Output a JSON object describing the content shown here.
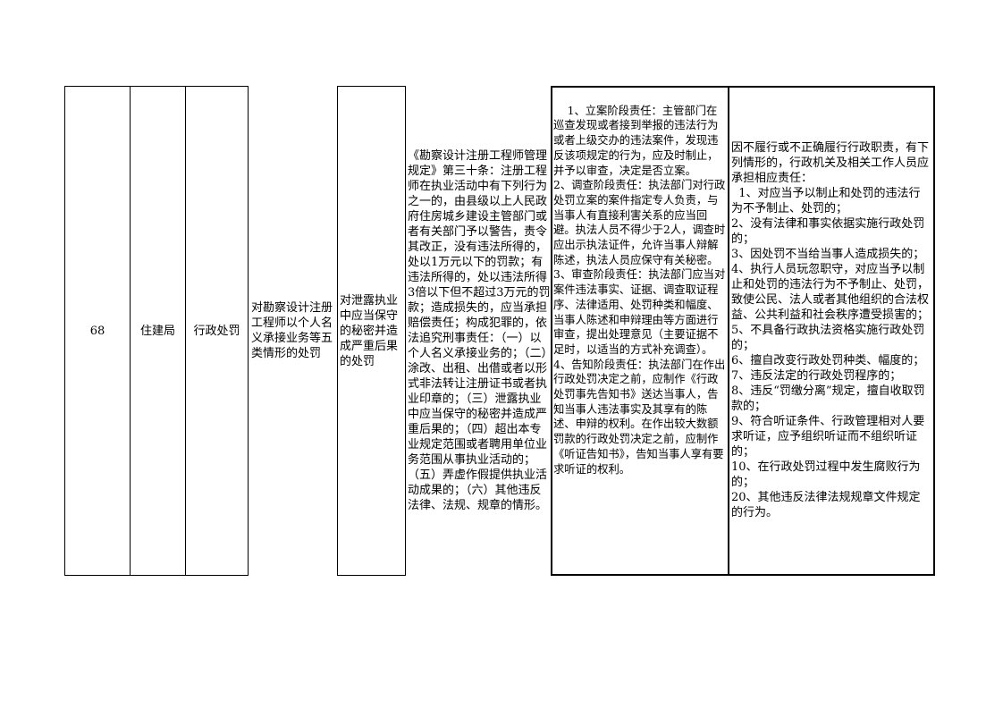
{
  "row": {
    "number": "68",
    "department": "住建局",
    "power_type": "行政处罚",
    "item_name": "对勘察设计注册工程师以个人名义承接业务等五类情形的处罚",
    "sub_item": "对泄露执业中应当保守的秘密并造成严重后果的处罚",
    "legal_basis": "《勘察设计注册工程师管理规定》第三十条：注册工程师在执业活动中有下列行为之一的，由县级以上人民政府住房城乡建设主管部门或者有关部门予以警告，责令其改正，没有违法所得的，处以1万元以下的罚款；有违法所得的，处以违法所得3倍以下但不超过3万元的罚款；造成损失的，应当承担赔偿责任；构成犯罪的，依法追究刑事责任：（一）以个人名义承接业务的；（二）涂改、出租、出借或者以形式非法转让注册证书或者执业印章的；（三）泄露执业中应当保守的秘密并造成严重后果的；（四）超出本专业规定范围或者聘用单位业务范围从事执业活动的；（五）弄虚作假提供执业活动成果的；（六）其他违反法律、法规、规章的情形。",
    "responsibilities": "1、立案阶段责任：主管部门在巡查发现或者接到举报的违法行为或者上级交办的违法案件，发现违反该项规定的行为，应及时制止，并予以审查，决定是否立案。\n2、调查阶段责任：执法部门对行政处罚立案的案件指定专人负责，与当事人有直接利害关系的应当回避。执法人员不得少于2人，调查时应出示执法证件，允许当事人辩解陈述，执法人员应保守有关秘密。\n3、审查阶段责任：执法部门应当对案件违法事实、证据、调查取证程序、法律适用、处罚种类和幅度、当事人陈述和申辩理由等方面进行审查，提出处理意见（主要证据不足时，以适当的方式补充调查）。\n4、告知阶段责任：执法部门在作出行政处罚决定之前，应制作《行政处罚事先告知书》送达当事人，告知当事人违法事实及其享有的陈述、申辩的权利。在作出较大数额罚款的行政处罚决定之前，应制作《听证告知书》，告知当事人享有要求听证的权利。",
    "accountability": "因不履行或不正确履行行政职责，有下列情形的，行政机关及相关工作人员应承担相应责任：\n  1、对应当予以制止和处罚的违法行为不予制止、处罚的；\n2、没有法律和事实依据实施行政处罚的；\n3、因处罚不当给当事人造成损失的；\n4、执行人员玩忽职守，对应当予以制止和处罚的违法行为不予制止、处罚，致使公民、法人或者其他组织的合法权益、公共利益和社会秩序遭受损害的；\n5、不具备行政执法资格实施行政处罚的；\n6、擅自改变行政处罚种类、幅度的；\n7、违反法定的行政处罚程序的；\n8、违反“罚缴分离”规定，擅自收取罚款的；\n9、符合听证条件、行政管理相对人要求听证，应予组织听证而不组织听证的；\n10、在行政处罚过程中发生腐败行为的；\n20、其他违反法律法规规章文件规定的行为。"
  }
}
